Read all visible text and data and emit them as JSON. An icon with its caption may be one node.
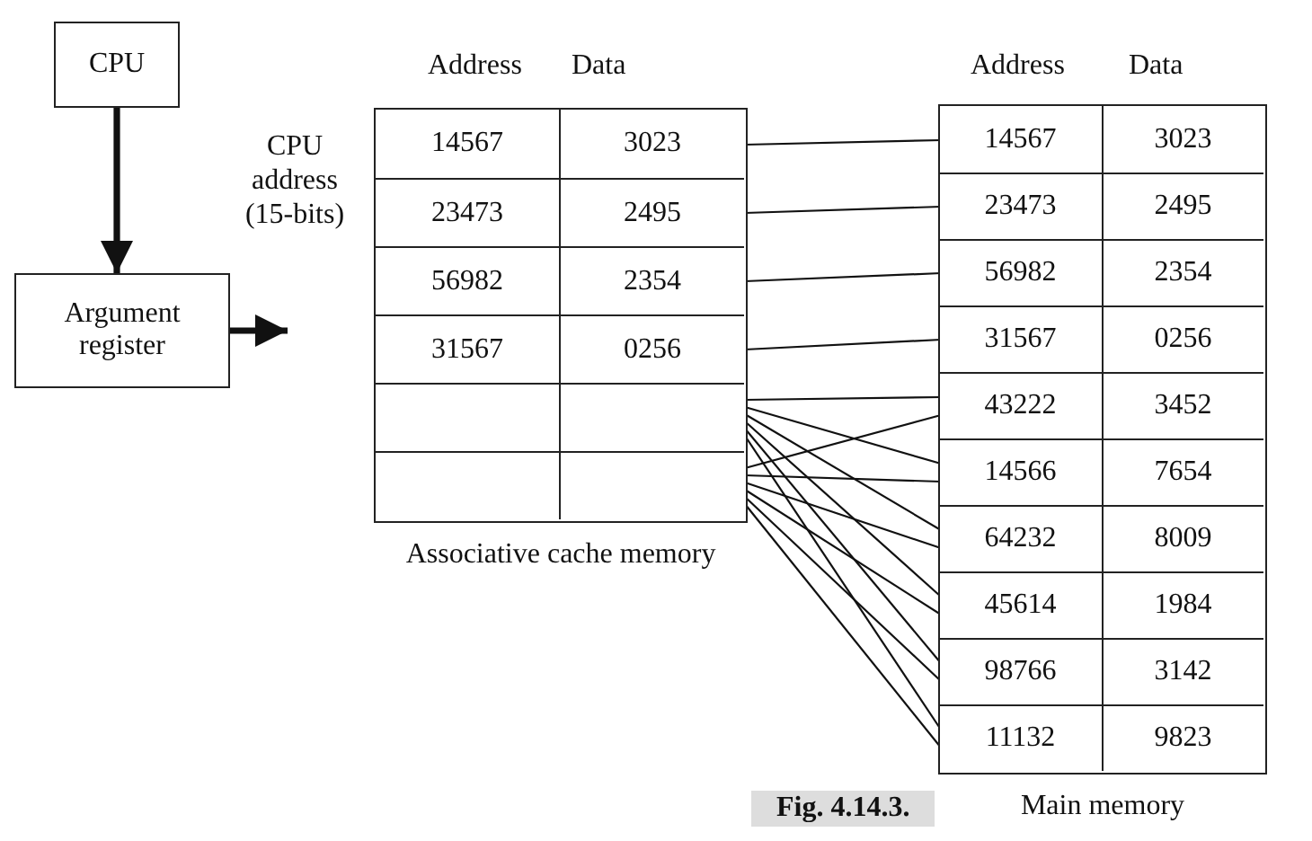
{
  "diagram": {
    "caption": "Fig. 4.14.3.",
    "nodes": [
      {
        "text": [
          "CPU"
        ]
      },
      {
        "text": [
          "Argument register"
        ]
      },
      {
        "text": [
          "Associative cache memory"
        ]
      },
      {
        "text": [
          "14567",
          "3023"
        ],
        "in": 2
      },
      {
        "text": [
          "23473",
          "2495"
        ],
        "in": 2
      },
      {
        "text": [
          "56982",
          "2354"
        ],
        "in": 2
      },
      {
        "text": [
          "31567",
          "0256"
        ],
        "in": 2
      },
      {
        "text": [],
        "shape": "box",
        "in": 2
      },
      {
        "text": [],
        "shape": "box",
        "in": 2
      },
      {
        "text": [
          "Main memory"
        ]
      },
      {
        "text": [
          "14567",
          "3023"
        ],
        "in": 9
      },
      {
        "text": [
          "23473",
          "2495"
        ],
        "in": 9
      },
      {
        "text": [
          "56982",
          "2354"
        ],
        "in": 9
      },
      {
        "text": [
          "31567",
          "0256"
        ],
        "in": 9
      },
      {
        "text": [
          "43222",
          "3452"
        ],
        "in": 9
      },
      {
        "text": [
          "14566",
          "7654"
        ],
        "in": 9
      },
      {
        "text": [
          "64232",
          "8009"
        ],
        "in": 9
      },
      {
        "text": [
          "45614",
          "1984"
        ],
        "in": 9
      },
      {
        "text": [
          "98766",
          "3142"
        ],
        "in": 9
      },
      {
        "text": [
          "11132",
          "9823"
        ],
        "in": 9
      }
    ],
    "edges": [
      {
        "from": 0,
        "to": 1,
        "arrow": "to",
        "label": "CPU address (15-bits)",
        "style": "thick"
      },
      {
        "from": 1,
        "to": null,
        "arrow": "to",
        "style": "thick"
      },
      {
        "from": 3,
        "to": 10,
        "arrow": "none"
      },
      {
        "from": 4,
        "to": 11,
        "arrow": "none"
      },
      {
        "from": 5,
        "to": 12,
        "arrow": "none"
      },
      {
        "from": 6,
        "to": 13,
        "arrow": "none"
      },
      {
        "from": 7,
        "to": 14,
        "arrow": "none"
      },
      {
        "from": 7,
        "to": 15,
        "arrow": "none"
      },
      {
        "from": 7,
        "to": 16,
        "arrow": "none"
      },
      {
        "from": 7,
        "to": 17,
        "arrow": "none"
      },
      {
        "from": 7,
        "to": 18,
        "arrow": "none"
      },
      {
        "from": 7,
        "to": 19,
        "arrow": "none"
      },
      {
        "from": 8,
        "to": 14,
        "arrow": "none"
      },
      {
        "from": 8,
        "to": 15,
        "arrow": "none"
      },
      {
        "from": 8,
        "to": 16,
        "arrow": "none"
      },
      {
        "from": 8,
        "to": 17,
        "arrow": "none"
      },
      {
        "from": 8,
        "to": 18,
        "arrow": "none"
      },
      {
        "from": 8,
        "to": 19,
        "arrow": "none"
      }
    ],
    "labels": [
      "Address",
      "Data",
      "Address",
      "Data"
    ]
  }
}
